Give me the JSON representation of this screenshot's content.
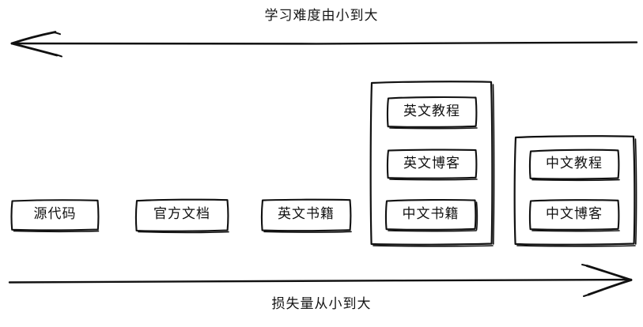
{
  "diagram": {
    "title_top": "学习难度由小到大",
    "title_bottom": "损失量从小到大",
    "top_axis": {
      "name": "difficulty-axis",
      "direction": "left",
      "label": "学习难度由小到大"
    },
    "bottom_axis": {
      "name": "loss-axis",
      "direction": "right",
      "label": "损失量从小到大"
    },
    "style": {
      "stroke": "#111111",
      "background": "#ffffff",
      "hand_drawn": "true"
    },
    "nodes": [
      {
        "id": "source-code",
        "label": "源代码",
        "group": null
      },
      {
        "id": "official-docs",
        "label": "官方文档",
        "group": null
      },
      {
        "id": "english-books",
        "label": "英文书籍",
        "group": null
      },
      {
        "id": "english-tutorial",
        "label": "英文教程",
        "group": "group-1"
      },
      {
        "id": "english-blog",
        "label": "英文博客",
        "group": "group-1"
      },
      {
        "id": "chinese-books",
        "label": "中文书籍",
        "group": "group-1"
      },
      {
        "id": "chinese-tutorial",
        "label": "中文教程",
        "group": "group-2"
      },
      {
        "id": "chinese-blog",
        "label": "中文博客",
        "group": "group-2"
      }
    ],
    "groups": [
      {
        "id": "group-1",
        "members": [
          "英文教程",
          "英文博客",
          "中文书籍"
        ]
      },
      {
        "id": "group-2",
        "members": [
          "中文教程",
          "中文博客"
        ]
      }
    ]
  }
}
